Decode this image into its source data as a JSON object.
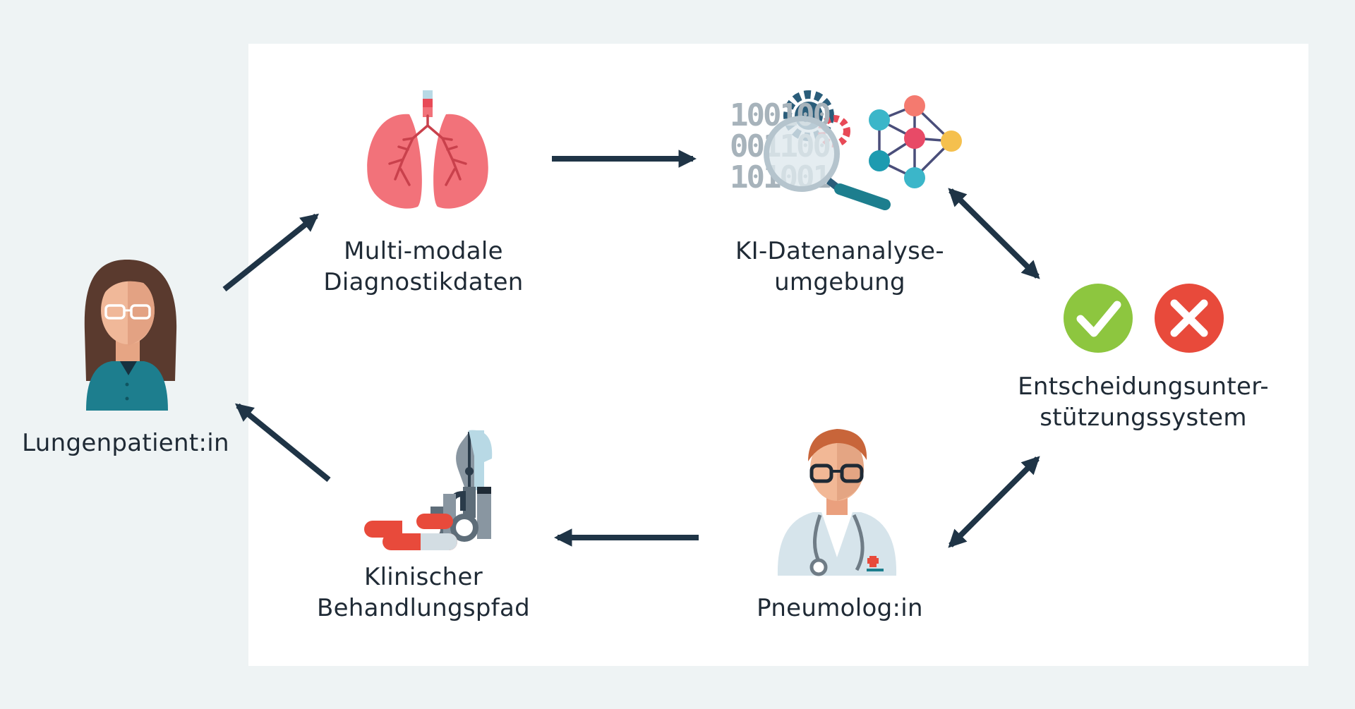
{
  "nodes": {
    "patient": {
      "label": "Lungenpatient:in"
    },
    "data": {
      "label_line1": "Multi-modale",
      "label_line2": "Diagnostikdaten"
    },
    "ai": {
      "label_line1": "KI-Datenanalyse-",
      "label_line2": "umgebung",
      "binary_rows": [
        "100100",
        "001100",
        "101001"
      ]
    },
    "dss": {
      "label_line1": "Entscheidungsunter-",
      "label_line2": "stützungssystem"
    },
    "pneumo": {
      "label": "Pneumolog:in"
    },
    "path": {
      "label_line1": "Klinischer",
      "label_line2": "Behandlungspfad"
    }
  },
  "edges": [
    {
      "from": "patient",
      "to": "data",
      "direction": "forward"
    },
    {
      "from": "data",
      "to": "ai",
      "direction": "forward"
    },
    {
      "from": "ai",
      "to": "dss",
      "direction": "both"
    },
    {
      "from": "dss",
      "to": "pneumo",
      "direction": "both"
    },
    {
      "from": "pneumo",
      "to": "path",
      "direction": "forward"
    },
    {
      "from": "path",
      "to": "patient",
      "direction": "forward"
    }
  ],
  "colors": {
    "background": "#eef3f4",
    "panel": "#ffffff",
    "arrow": "#1f3446",
    "text": "#1f2a35",
    "check": "#8dc63f",
    "cross": "#e84a3b",
    "lung": "#f2727a"
  }
}
